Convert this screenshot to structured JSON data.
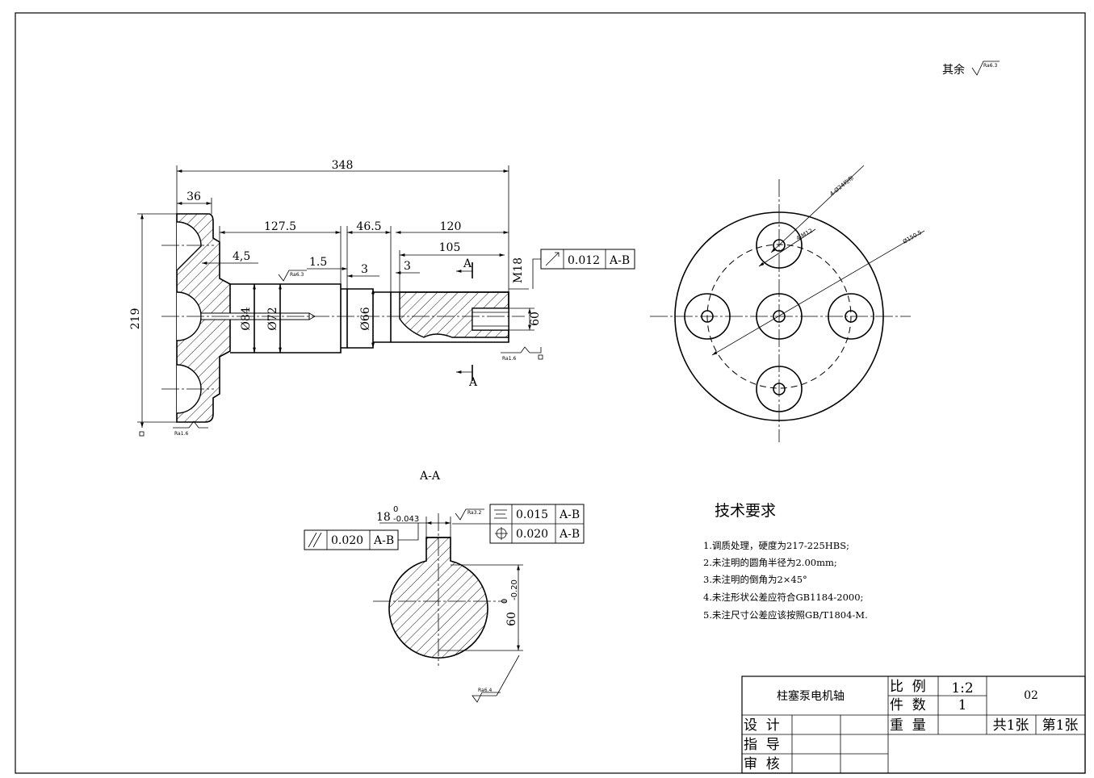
{
  "roughness_general": {
    "prefix": "其余",
    "value": "Ra6.3"
  },
  "shaft_view": {
    "dim_total_length": "348",
    "dim_flange_thickness": "36",
    "dim_seg1": "127.5",
    "dim_seg2": "46.5",
    "dim_seg3": "120",
    "dim_keyway_length": "105",
    "dim_4_5": "4,5",
    "dim_1_5": "1.5",
    "dim_3a": "3",
    "dim_3b": "3",
    "dim_flange_dia": "219",
    "dim_d84": "Ø84",
    "dim_d72": "Ø72",
    "dim_d66": "Ø66",
    "dim_thread": "M18",
    "dim_hole_depth": "60",
    "section_label_top": "A",
    "section_label_bottom": "A",
    "roughness_a": "Ra6.3",
    "roughness_b": "Ra1.6",
    "roughness_c": "Ra1.6",
    "runout_value": "0.012",
    "runout_datum": "A-B"
  },
  "end_view": {
    "label_holes": "4-Ø24均布",
    "label_thread": "4-M12",
    "label_pcd": "Ø150.5"
  },
  "section_view": {
    "title": "A-A",
    "dim_key_width": "18",
    "dim_key_tol_upper": "0",
    "dim_key_tol_lower": "-0.043",
    "dim_depth": "60",
    "dim_depth_tol_upper": "0",
    "dim_depth_tol_lower": "-0.20",
    "roughness_a": "Ra3.2",
    "roughness_b": "Ra6.4",
    "parallel_value": "0.020",
    "parallel_datum": "A-B",
    "symmetry_value": "0.015",
    "symmetry_datum": "A-B",
    "position_value": "0.020",
    "position_datum": "A-B"
  },
  "tech_requirements": {
    "heading": "技术要求",
    "items": [
      "1.调质处理，硬度为217-225HBS;",
      "2.未注明的圆角半径为2.00mm;",
      "3.未注明的倒角为2×45°",
      "4.未注形状公差应符合GB1184-2000;",
      "5.未注尺寸公差应该按照GB/T1804-M."
    ]
  },
  "title_block": {
    "part_name": "柱塞泵电机轴",
    "scale_label": "比  例",
    "scale_value": "1:2",
    "qty_label": "件  数",
    "qty_value": "1",
    "weight_label": "重  量",
    "drawing_no": "02",
    "sheets_total": "共1张",
    "sheet_no": "第1张",
    "designer_label": "设  计",
    "guide_label": "指  导",
    "review_label": "审  核"
  }
}
